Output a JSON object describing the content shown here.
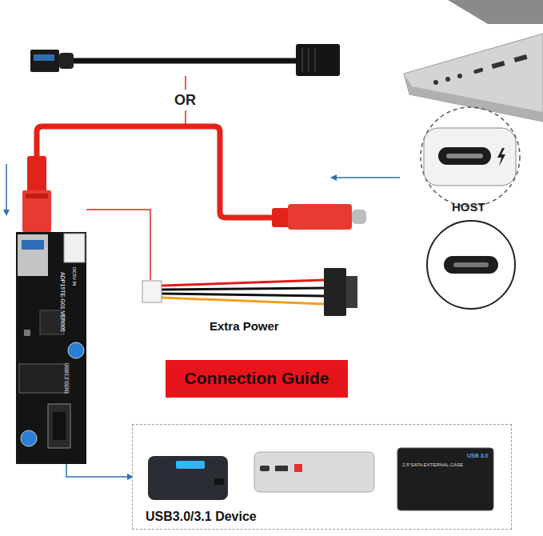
{
  "diagram": {
    "nodes": [
      {
        "text": [
          "HOST"
        ]
      },
      {
        "text": [
          "DC5V IN",
          "ADP19TE-G01 VER005",
          "USB3.2 GEN1"
        ]
      },
      {
        "text": [
          "Connection Guide"
        ]
      },
      {
        "text": [
          "USB3.0/3.1 Device"
        ]
      }
    ],
    "edges": [
      {
        "from": 1,
        "to": 3,
        "arrow": "to"
      }
    ],
    "labels": [
      "OR",
      "Extra Power",
      "2.5\"SATA EXTERNAL CASE",
      "USB 3.0"
    ]
  }
}
